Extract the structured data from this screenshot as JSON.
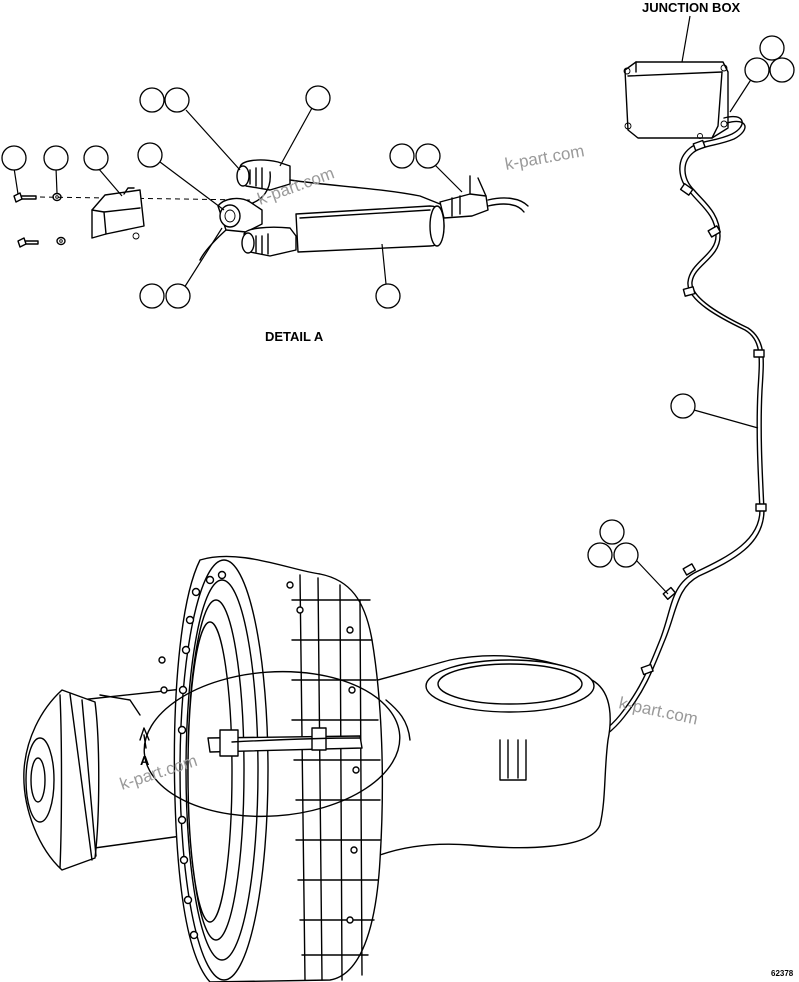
{
  "labels": {
    "junction_box": "JUNCTION BOX",
    "detail_a": "DETAIL A",
    "view_letter": "A",
    "figure_number": "62378"
  },
  "watermarks": [
    "k-part.com",
    "k-part.com",
    "k-part.com",
    "k-part.com"
  ],
  "colors": {
    "ink": "#000000",
    "watermark": "#9a9a9a",
    "background": "#ffffff"
  }
}
